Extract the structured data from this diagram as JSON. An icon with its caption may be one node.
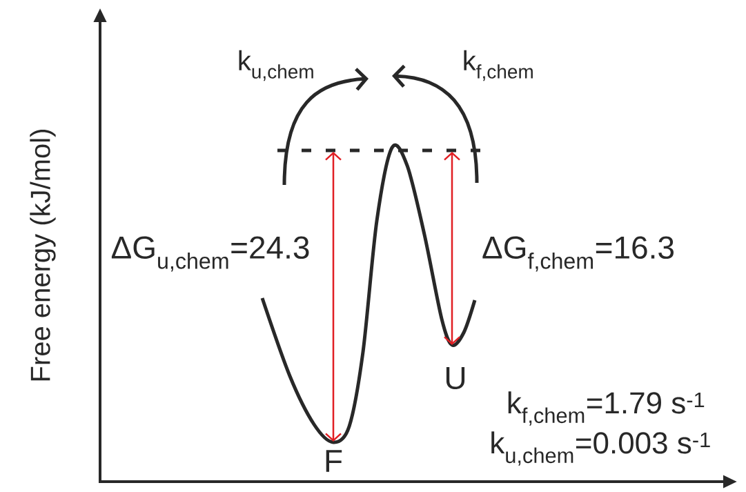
{
  "diagram": {
    "labels": [
      "k$_{u,chem}$",
      "k$_{f,chem}$",
      "Free energy (kJ/mol)",
      "ΔG$_{u,chem}$=24.3",
      "ΔG$_{f,chem}$=16.3",
      "U",
      "k$_{f,chem}$=1.79 s$^{-1}$",
      "F",
      "k$_{u,chem}$=0.003 s$^{-1}$"
    ]
  }
}
